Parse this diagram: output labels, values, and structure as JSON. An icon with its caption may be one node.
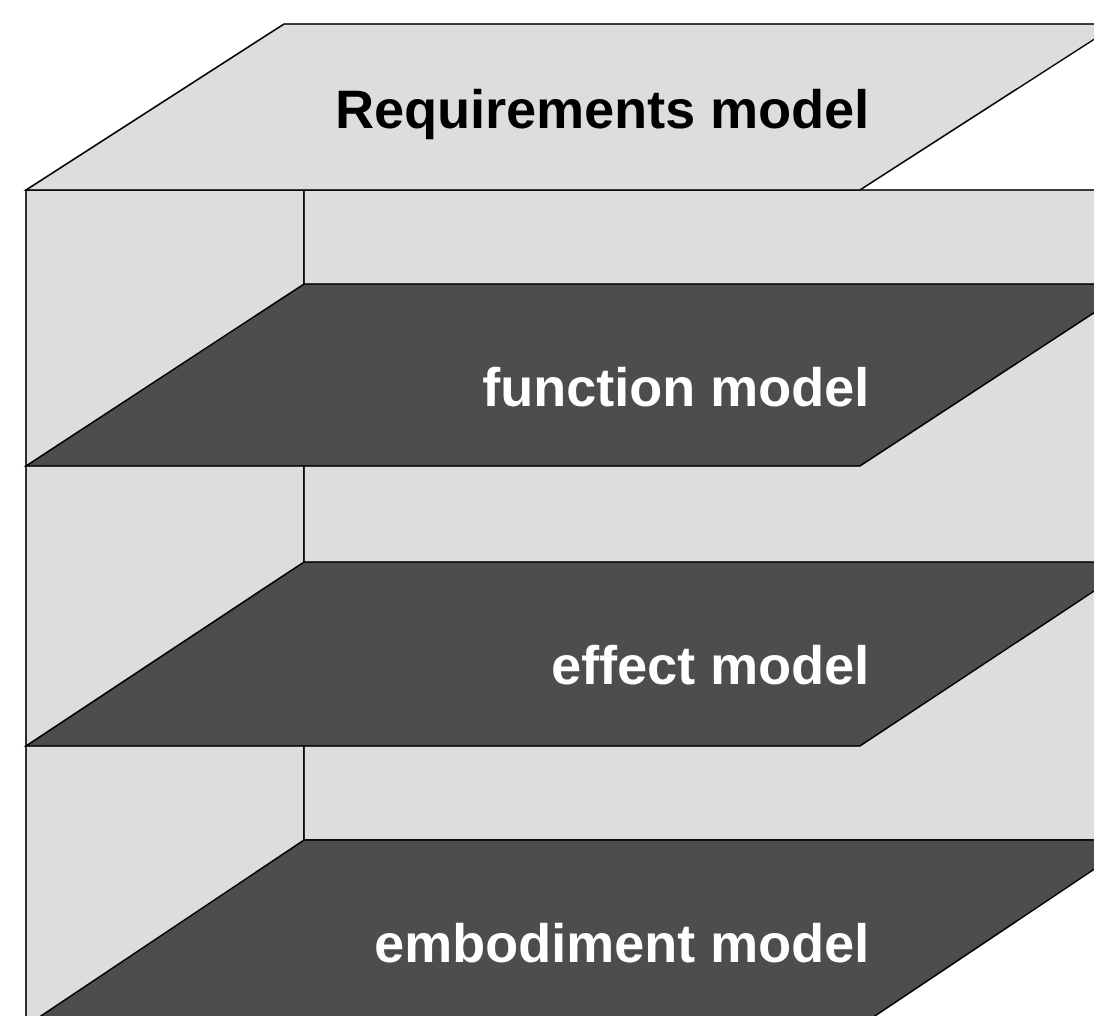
{
  "diagram": {
    "nodes": [
      {
        "text": [
          "Requirements model"
        ]
      },
      {
        "text": [
          "function model"
        ]
      },
      {
        "text": [
          "effect model"
        ]
      },
      {
        "text": [
          "embodiment model"
        ]
      }
    ]
  }
}
